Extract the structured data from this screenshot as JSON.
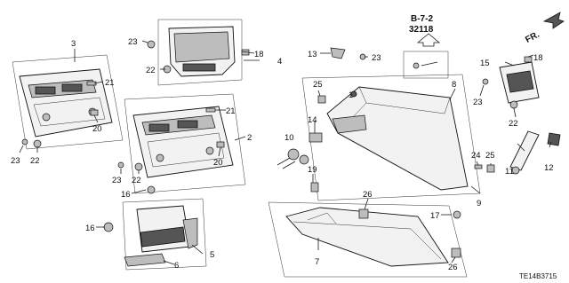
{
  "reference": {
    "section": "B-7-2",
    "part_number": "32118"
  },
  "direction": {
    "label": "FR."
  },
  "diagram_code": "TE14B3715",
  "callouts": {
    "c1": "1",
    "c2": "2",
    "c3": "3",
    "c4": "4",
    "c5": "5",
    "c6": "6",
    "c7": "7",
    "c8": "8",
    "c9": "9",
    "c10": "10",
    "c11": "11",
    "c12": "12",
    "c13": "13",
    "c14": "14",
    "c15": "15",
    "c16a": "16",
    "c16b": "16",
    "c17": "17",
    "c18a": "18",
    "c18b": "18",
    "c19": "19",
    "c20a": "20",
    "c20b": "20",
    "c21a": "21",
    "c21b": "21",
    "c22a": "22",
    "c22b": "22",
    "c22c": "22",
    "c22d": "22",
    "c23a": "23",
    "c23b": "23",
    "c23c": "23",
    "c23d": "23",
    "c23e": "23",
    "c24": "24",
    "c25a": "25",
    "c25b": "25",
    "c26a": "26",
    "c26b": "26"
  }
}
